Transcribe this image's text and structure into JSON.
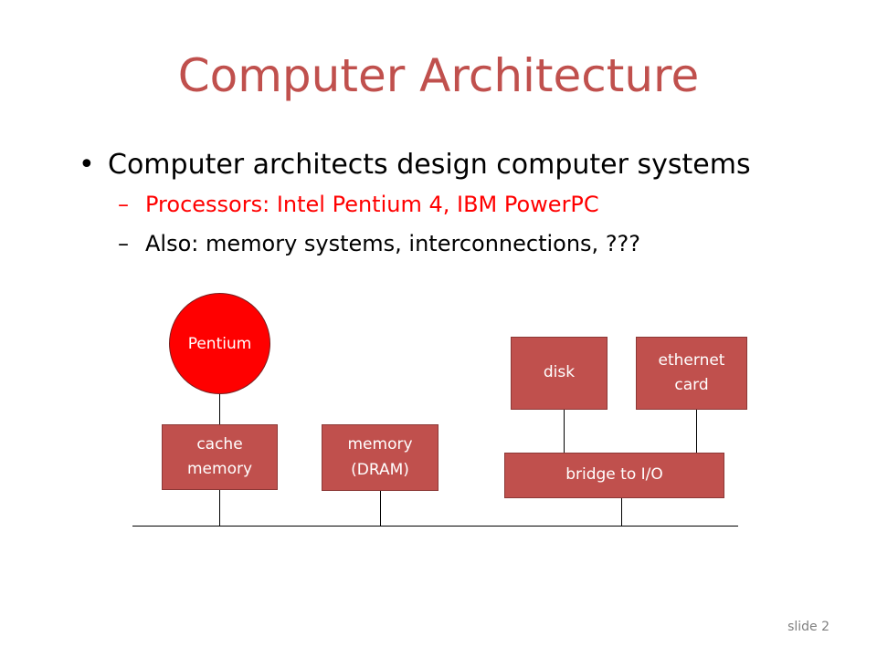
{
  "slide": {
    "title": "Computer Architecture",
    "bullets": {
      "main": "Computer architects design computer systems",
      "bullet_char": "•",
      "dash_char": "–",
      "sub1": "Processors: Intel Pentium 4, IBM PowerPC",
      "sub2": "Also: memory systems, interconnections, ???"
    },
    "footer": "slide 2"
  },
  "diagram": {
    "cpu": "Pentium",
    "cache_line1": "cache",
    "cache_line2": "memory",
    "mem_line1": "memory",
    "mem_line2": "(DRAM)",
    "disk": "disk",
    "eth_line1": "ethernet",
    "eth_line2": "card",
    "bridge": "bridge to I/O"
  },
  "colors": {
    "title": "#c0504d",
    "box_fill": "#c0504d",
    "cpu_fill": "#ff0000",
    "highlight_text": "#ff0000"
  }
}
